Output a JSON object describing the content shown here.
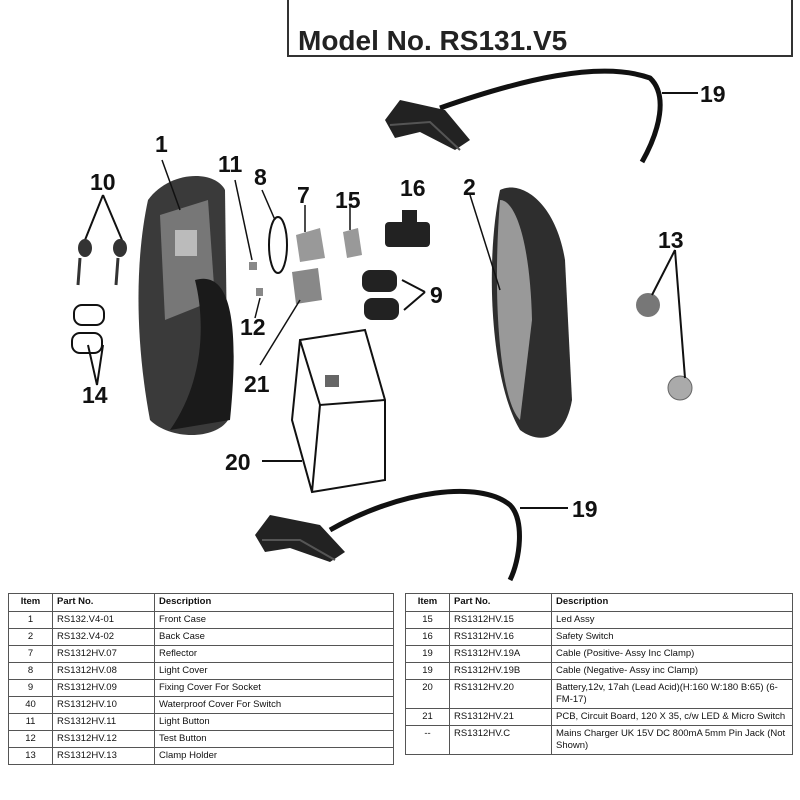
{
  "header": {
    "model_text": "Model No. RS131.V5"
  },
  "callouts": {
    "c1": "1",
    "c2": "2",
    "c7": "7",
    "c8": "8",
    "c9": "9",
    "c10": "10",
    "c11": "11",
    "c12": "12",
    "c13": "13",
    "c14": "14",
    "c15": "15",
    "c16": "16",
    "c19a": "19",
    "c19b": "19",
    "c20": "20",
    "c21": "21"
  },
  "table": {
    "headers": {
      "item": "Item",
      "part": "Part No.",
      "desc": "Description"
    },
    "left": [
      {
        "item": "1",
        "part": "RS132.V4-01",
        "desc": "Front Case"
      },
      {
        "item": "2",
        "part": "RS132.V4-02",
        "desc": "Back Case"
      },
      {
        "item": "7",
        "part": "RS1312HV.07",
        "desc": "Reflector"
      },
      {
        "item": "8",
        "part": "RS1312HV.08",
        "desc": "Light Cover"
      },
      {
        "item": "9",
        "part": "RS1312HV.09",
        "desc": "Fixing Cover For Socket"
      },
      {
        "item": "40",
        "part": "RS1312HV.10",
        "desc": "Waterproof Cover For Switch"
      },
      {
        "item": "11",
        "part": "RS1312HV.11",
        "desc": "Light Button"
      },
      {
        "item": "12",
        "part": "RS1312HV.12",
        "desc": "Test Button"
      },
      {
        "item": "13",
        "part": "RS1312HV.13",
        "desc": "Clamp Holder"
      }
    ],
    "right": [
      {
        "item": "15",
        "part": "RS1312HV.15",
        "desc": "Led Assy"
      },
      {
        "item": "16",
        "part": "RS1312HV.16",
        "desc": "Safety Switch"
      },
      {
        "item": "19",
        "part": "RS1312HV.19A",
        "desc": "Cable (Positive- Assy Inc Clamp)"
      },
      {
        "item": "19",
        "part": "RS1312HV.19B",
        "desc": "Cable (Negative- Assy inc Clamp)"
      },
      {
        "item": "20",
        "part": "RS1312HV.20",
        "desc": "Battery,12v, 17ah (Lead Acid)(H:160 W:180 B:65) (6-FM-17)"
      },
      {
        "item": "21",
        "part": "RS1312HV.21",
        "desc": "PCB, Circuit Board, 120 X 35, c/w LED & Micro Switch"
      },
      {
        "item": "--",
        "part": "RS1312HV.C",
        "desc": "Mains Charger UK 15V DC 800mA 5mm Pin Jack (Not Shown)"
      }
    ]
  }
}
